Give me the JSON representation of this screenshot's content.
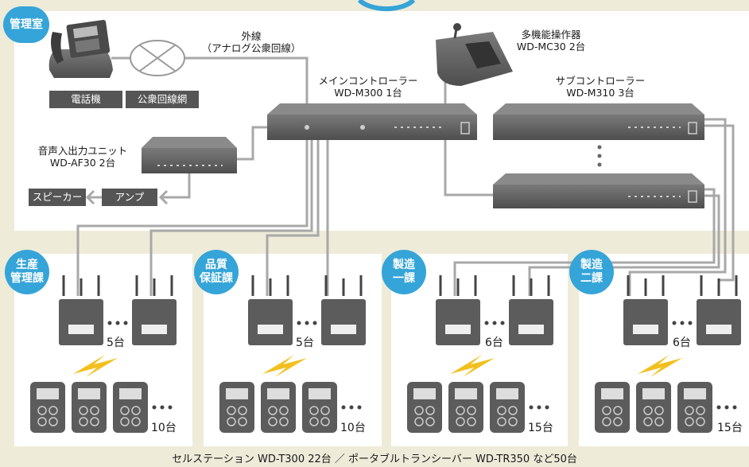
{
  "admin_room": {
    "badge": "管理室",
    "phone_label": "電話機",
    "network_label": "公衆回線網",
    "outside_line": [
      "外線",
      "（アナログ公衆回線）"
    ],
    "multi_op": [
      "多機能操作器",
      "WD-MC30 2台"
    ],
    "main_ctrl": [
      "メインコントローラー",
      "WD-M300 1台"
    ],
    "sub_ctrl": [
      "サブコントローラー",
      "WD-M310 3台"
    ],
    "audio_unit": [
      "音声入出力ユニット",
      "WD-AF30 2台"
    ],
    "speaker_label": "スピーカー",
    "amp_label": "アンプ"
  },
  "departments": [
    {
      "badge": "生産\n管理課",
      "ap_count": "5台",
      "handset_count": "10台"
    },
    {
      "badge": "品質\n保証課",
      "ap_count": "5台",
      "handset_count": "10台"
    },
    {
      "badge": "製造\n一課",
      "ap_count": "6台",
      "handset_count": "15台"
    },
    {
      "badge": "製造\n二課",
      "ap_count": "6台",
      "handset_count": "15台"
    }
  ],
  "footer": "セルステーション WD-T300 22台 ／ ポータブルトランシーバー WD-TR350 など50台",
  "colors": {
    "background": "#eeebd9",
    "panel": "#ffffff",
    "badge": "#35a4d8",
    "device": "#5c5c5c",
    "label_box": "#555555",
    "cable": "#a8a8a8",
    "signal": "#f2c01e"
  },
  "icons": [
    "phone-icon",
    "network-icon",
    "console-icon",
    "controller-icon",
    "access-point-icon",
    "handset-icon",
    "wireless-signal-icon"
  ]
}
